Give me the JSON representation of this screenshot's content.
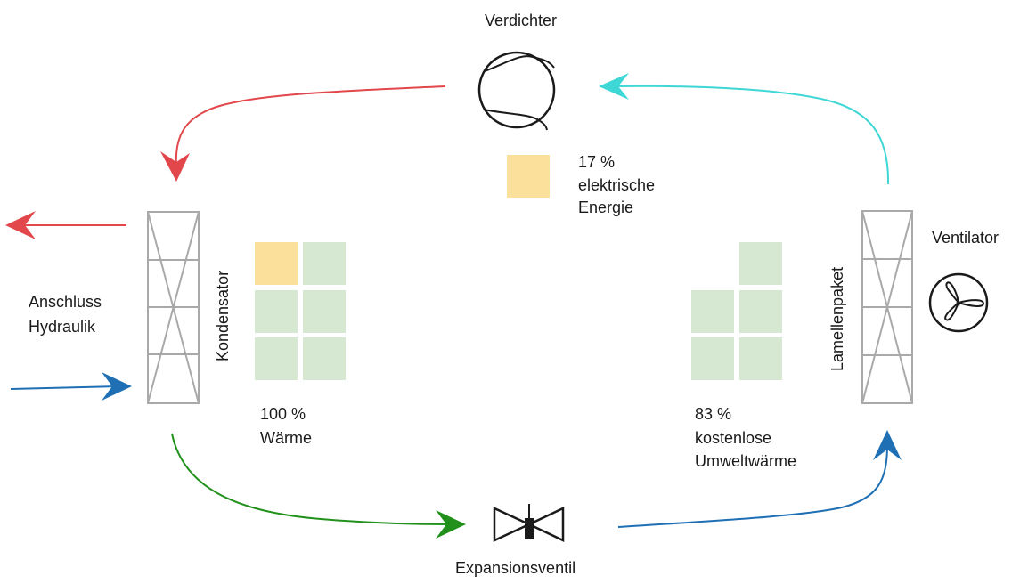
{
  "labels": {
    "compressor": "Verdichter",
    "electric_pct": "17 %",
    "electric_line1": "elektrische",
    "electric_line2": "Energie",
    "hydraulic_line1": "Anschluss",
    "hydraulic_line2": "Hydraulik",
    "condenser": "Kondensator",
    "heat_pct": "100 %",
    "heat_label": "Wärme",
    "ambient_pct": "83 %",
    "ambient_line1": "kostenlose",
    "ambient_line2": "Umweltwärme",
    "fin_pack": "Lamellenpaket",
    "fan": "Ventilator",
    "expansion_valve": "Expansionsventil"
  },
  "colors": {
    "red": "#e2474b",
    "blue": "#1f6fb4",
    "green": "#21911c",
    "cyan": "#3fd6d6",
    "energy_yellow": "#fbe09b",
    "heat_green": "#d6e8d2",
    "exchanger_gray": "#a9a9a9"
  },
  "energy_share": {
    "electric_percent": 17,
    "ambient_percent": 83,
    "heat_percent": 100
  }
}
